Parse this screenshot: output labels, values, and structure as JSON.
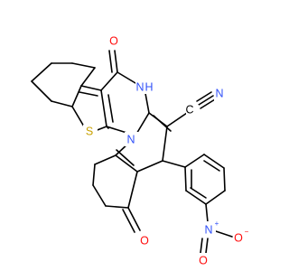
{
  "colors": {
    "carbon": "#000000",
    "oxygen": "#ff0d0d",
    "nitrogen": "#3050f8",
    "sulfur": "#c8a100",
    "background": "#ffffff"
  },
  "atom_labels": {
    "o_top": "O",
    "nh": "N",
    "nh_h": "H",
    "cn_c": "C",
    "cn_n": "N",
    "s": "S",
    "n_ring": "N",
    "o_ketone": "O",
    "nitro_n": "N",
    "nitro_n_charge": "+",
    "nitro_o_top": "O",
    "nitro_o_bottom": "O",
    "nitro_o_charge": "−"
  }
}
